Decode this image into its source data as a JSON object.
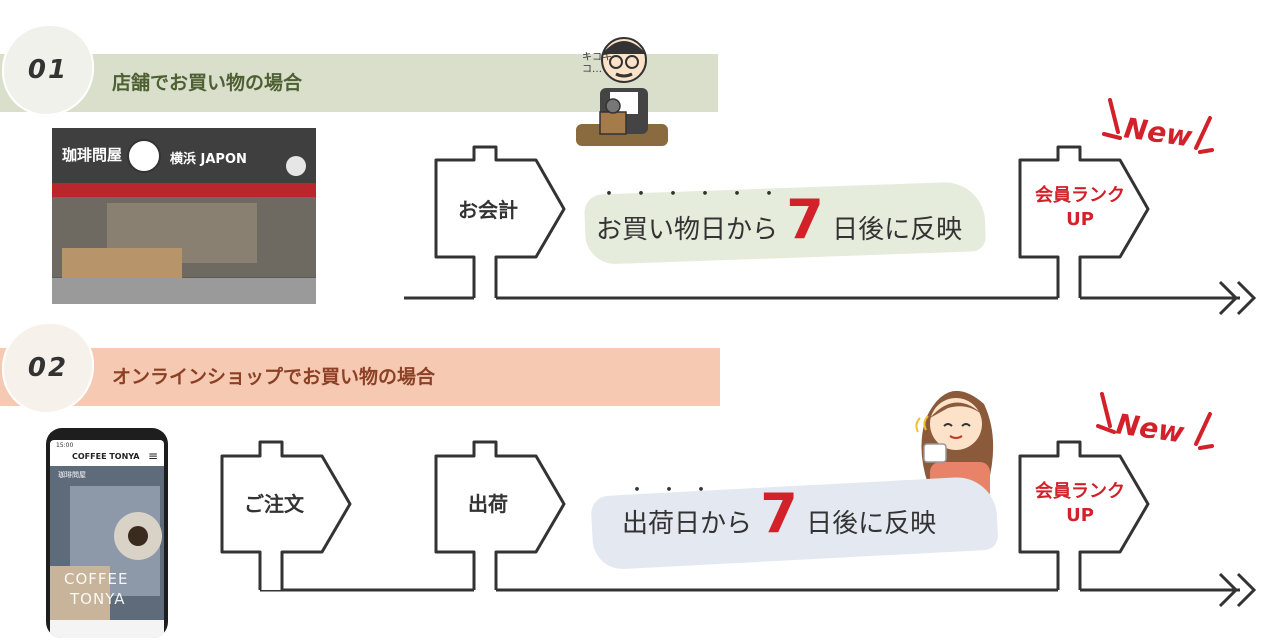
{
  "sections": [
    {
      "number": "01",
      "title": "店舗でお買い物の場合",
      "steps": [
        "お会計"
      ],
      "emphasis_dots": "・・・・・・",
      "message_before": "お買い物日から",
      "message_number": "7",
      "message_after": "日後に反映",
      "result_line1": "会員ランク",
      "result_line2": "UP",
      "new_label": "New",
      "photo": {
        "sign_left": "珈琲問屋",
        "sign_right": "横浜 JAPON"
      },
      "illustration": {
        "sound_text": "キコキコ…"
      }
    },
    {
      "number": "02",
      "title": "オンラインショップでお買い物の場合",
      "steps": [
        "ご注文",
        "出荷"
      ],
      "emphasis_dots": "・・・",
      "message_before": "出荷日から",
      "message_number": "7",
      "message_after": "日後に反映",
      "result_line1": "会員ランク",
      "result_line2": "UP",
      "new_label": "New",
      "phone": {
        "time": "15:00",
        "brand": "COFFEE TONYA",
        "menu_icon": "≡",
        "shop_name": "珈琲問屋",
        "hero_line1": "COFFEE",
        "hero_line2": "TONYA"
      }
    }
  ],
  "colors": {
    "section1_band": "#d9dfcb",
    "section1_title": "#4e6033",
    "section2_band": "#f6c9b3",
    "section2_title": "#8c4126",
    "accent_red": "#d3212a",
    "line": "#333333"
  },
  "icons": [
    "double-chevron-right-icon",
    "sparkle-icon",
    "signpost-shape"
  ]
}
